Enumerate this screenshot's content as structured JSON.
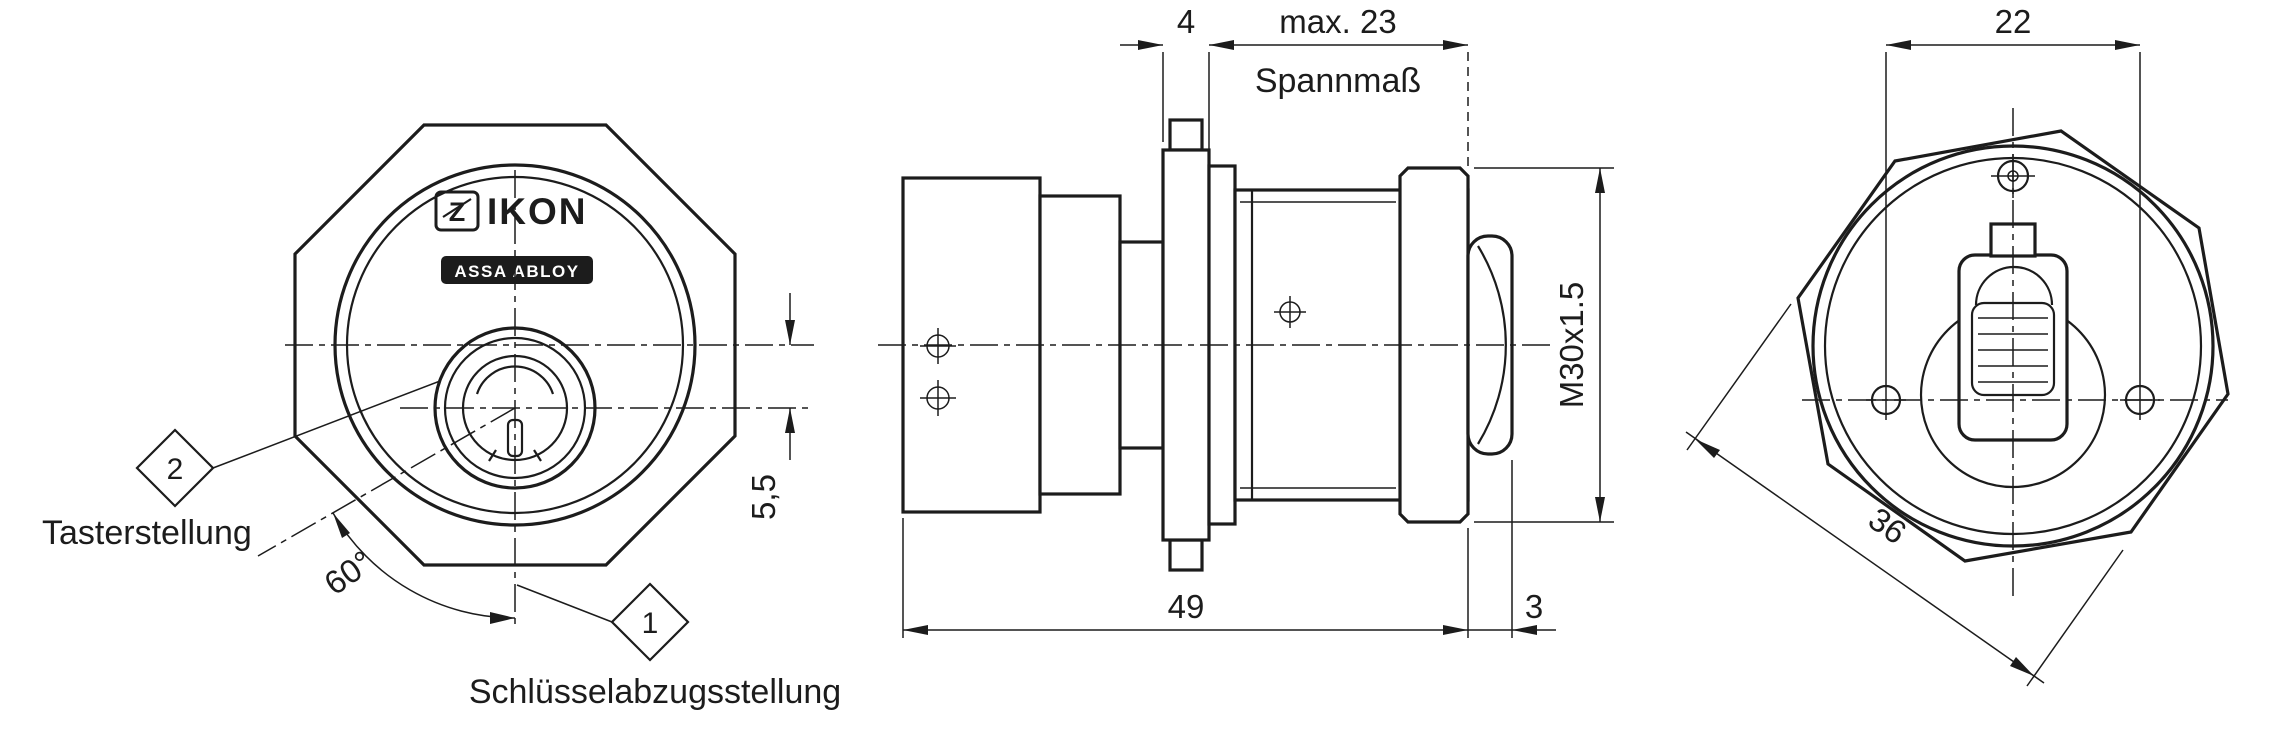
{
  "colors": {
    "line": "#1c1c1c",
    "background": "#ffffff"
  },
  "front": {
    "logo": {
      "mark": "Z",
      "name": "IKON",
      "sub": "ASSA ABLOY"
    },
    "balloon_2": "2",
    "balloon_1": "1",
    "taster_label": "Tasterstellung",
    "angle_label": "60°",
    "key_label": "Schlüsselabzugsstellung",
    "dim_offset": "5,5"
  },
  "side": {
    "dim_flange": "4",
    "dim_clamp": "max. 23",
    "clamp_label": "Spannmaß",
    "dim_thread": "M30x1.5",
    "dim_length": "49",
    "dim_cap": "3"
  },
  "rear": {
    "dim_screws": "22",
    "dim_flats": "36"
  }
}
